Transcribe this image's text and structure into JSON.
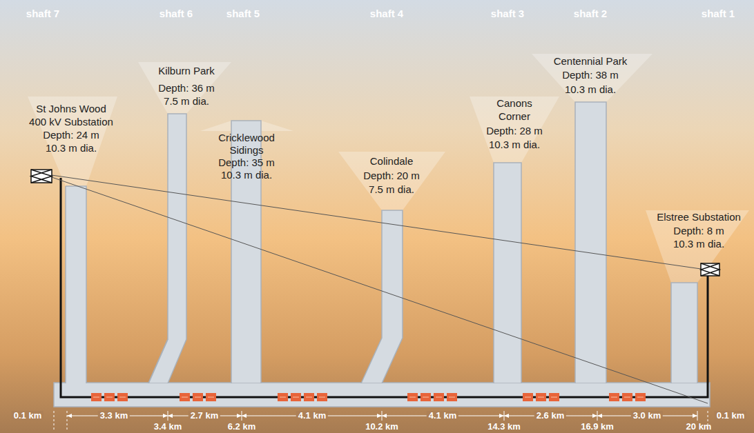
{
  "diagram": {
    "labels": [
      "shaft 7",
      "shaft 6",
      "shaft 5",
      "shaft 4",
      "shaft 3",
      "shaft 2",
      "shaft 1",
      "St Johns Wood",
      "400 kV Substation",
      "Depth: 24 m",
      "10.3 m dia.",
      "Kilburn Park",
      "Depth: 36 m",
      "7.5 m dia.",
      "Cricklewood",
      "Sidings",
      "Depth: 35 m",
      "10.3 m dia.",
      "Colindale",
      "Depth: 20 m",
      "7.5 m dia.",
      "Canons",
      "Corner",
      "Depth: 28 m",
      "10.3 m dia.",
      "Centennial Park",
      "Depth: 38 m",
      "10.3 m dia.",
      "Elstree Substation",
      "Depth: 8 m",
      "10.3 m dia.",
      "0.1 km",
      "3.3 km",
      "2.7 km",
      "4.1 km",
      "4.1 km",
      "2.6 km",
      "3.0 km",
      "0.1 km",
      "3.4 km",
      "6.2 km",
      "10.2 km",
      "14.3 km",
      "16.9 km",
      "20 km"
    ]
  }
}
